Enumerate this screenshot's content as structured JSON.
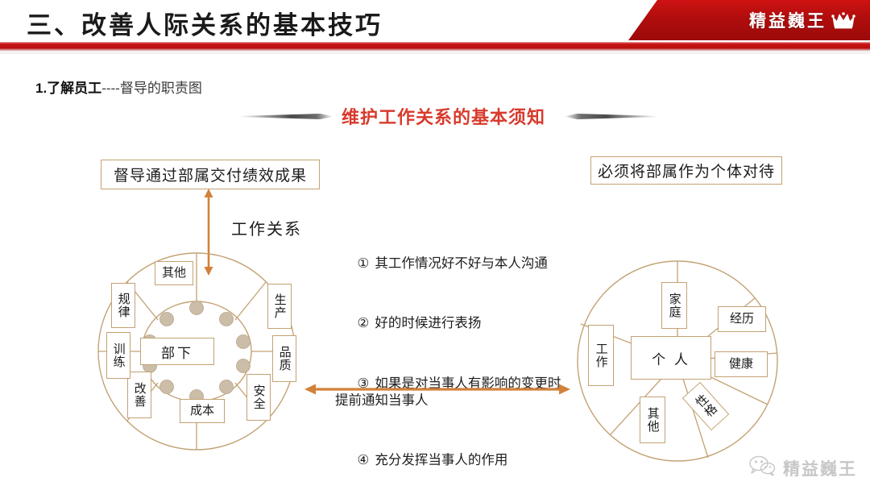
{
  "header": {
    "title": "三、改善人际关系的基本技巧",
    "logo_text": "精益巍王",
    "logo_icon": "crown-icon",
    "banner_color": "#bb1010",
    "stripe_color": "#c71212"
  },
  "subtitle": {
    "bold_part": "1.了解员工",
    "normal_part": "----督导的职责图"
  },
  "section": {
    "red_heading": "维护工作关系的基本须知",
    "red_heading_color": "#d83a2c"
  },
  "callouts": {
    "left": "督导通过部属交付绩效成果",
    "right": "必须将部属作为个体对待"
  },
  "relation": {
    "vertical_label": "工作关系",
    "arrow_color": "#d2813a"
  },
  "list": {
    "items": [
      {
        "num": "①",
        "text": "其工作情况好不好与本人沟通"
      },
      {
        "num": "②",
        "text": "好的时候进行表扬"
      },
      {
        "num": "③",
        "text": "如果是对当事人有影响的变更时提前通知当事人"
      },
      {
        "num": "④",
        "text": "充分发挥当事人的作用"
      }
    ]
  },
  "wheel_left": {
    "center": "部下",
    "dot_count": 10,
    "dot_color": "#cbbda8",
    "stroke_color": "#c3a274",
    "segments": [
      {
        "label": "其他",
        "orientation": "horizontal"
      },
      {
        "label": "生产",
        "orientation": "vertical"
      },
      {
        "label": "品质",
        "orientation": "vertical"
      },
      {
        "label": "安全",
        "orientation": "vertical"
      },
      {
        "label": "成本",
        "orientation": "horizontal"
      },
      {
        "label": "改善",
        "orientation": "vertical"
      },
      {
        "label": "训练",
        "orientation": "vertical"
      },
      {
        "label": "规律",
        "orientation": "vertical"
      }
    ]
  },
  "wheel_right": {
    "center": "个 人",
    "stroke_color": "#c3a274",
    "segments": [
      {
        "label": "家庭",
        "orientation": "vertical"
      },
      {
        "label": "经历",
        "orientation": "horizontal"
      },
      {
        "label": "健康",
        "orientation": "horizontal"
      },
      {
        "label": "性格",
        "orientation": "vertical-tilted"
      },
      {
        "label": "其他",
        "orientation": "vertical"
      },
      {
        "label": "工作",
        "orientation": "vertical"
      }
    ]
  },
  "watermark": {
    "text": "精益巍王",
    "icon": "wechat-icon"
  }
}
